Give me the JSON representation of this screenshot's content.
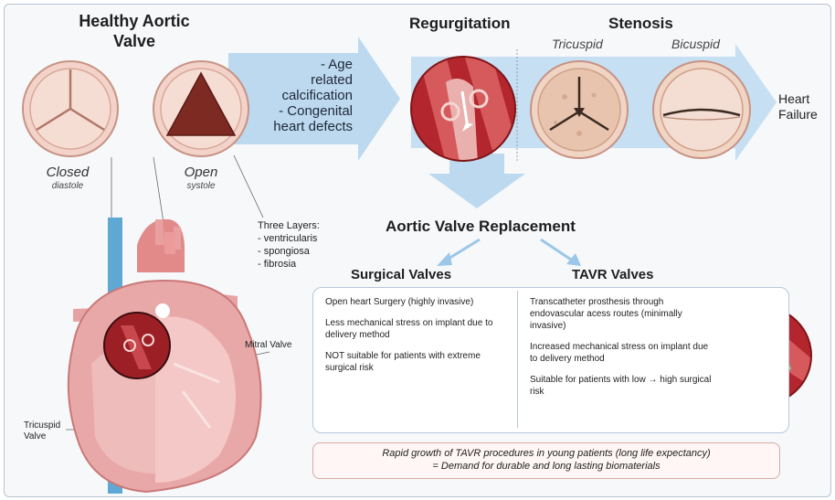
{
  "healthy": {
    "title": "Healthy Aortic Valve",
    "closed": {
      "label": "Closed",
      "phase": "diastole"
    },
    "open": {
      "label": "Open",
      "phase": "systole"
    }
  },
  "causes": {
    "lines": [
      "- Age",
      "related",
      "calcification",
      "- Congenital",
      "heart defects"
    ]
  },
  "regurgitation": {
    "title": "Regurgitation"
  },
  "stenosis": {
    "title": "Stenosis",
    "tricuspid": "Tricuspid",
    "bicuspid": "Bicuspid"
  },
  "outcome": {
    "line1": "Heart",
    "line2": "Failure"
  },
  "layers": {
    "title": "Three Layers:",
    "items": [
      "- ventricularis",
      "- spongiosa",
      "- fibrosia"
    ]
  },
  "replacement": {
    "title": "Aortic Valve Replacement",
    "surgical_title": "Surgical Valves",
    "tavr_title": "TAVR Valves"
  },
  "surgical": {
    "points": [
      "Open heart Surgery (highly invasive)",
      "Less mechanical stress on implant due to delivery method",
      "NOT suitable for patients with extreme surgical risk"
    ]
  },
  "tavr": {
    "points": [
      "Transcatheter prosthesis through endovascular acess routes (minimally invasive)",
      "Increased mechanical stress on implant due to delivery method",
      "Suitable for patients with low → high surgical risk"
    ]
  },
  "heart_labels": {
    "mitral": "Mitral Valve",
    "tricuspid": "Tricuspid Valve"
  },
  "banner": {
    "line1": "Rapid growth of TAVR procedures in young patients  (long life expectancy)",
    "line2": "= Demand for durable and long lasting biomaterials"
  },
  "colors": {
    "arrow": "#bcd9ef",
    "valve_bg": "#f3d3c9",
    "tissue_red": "#b3262d",
    "panel_border": "#b7c8da"
  }
}
